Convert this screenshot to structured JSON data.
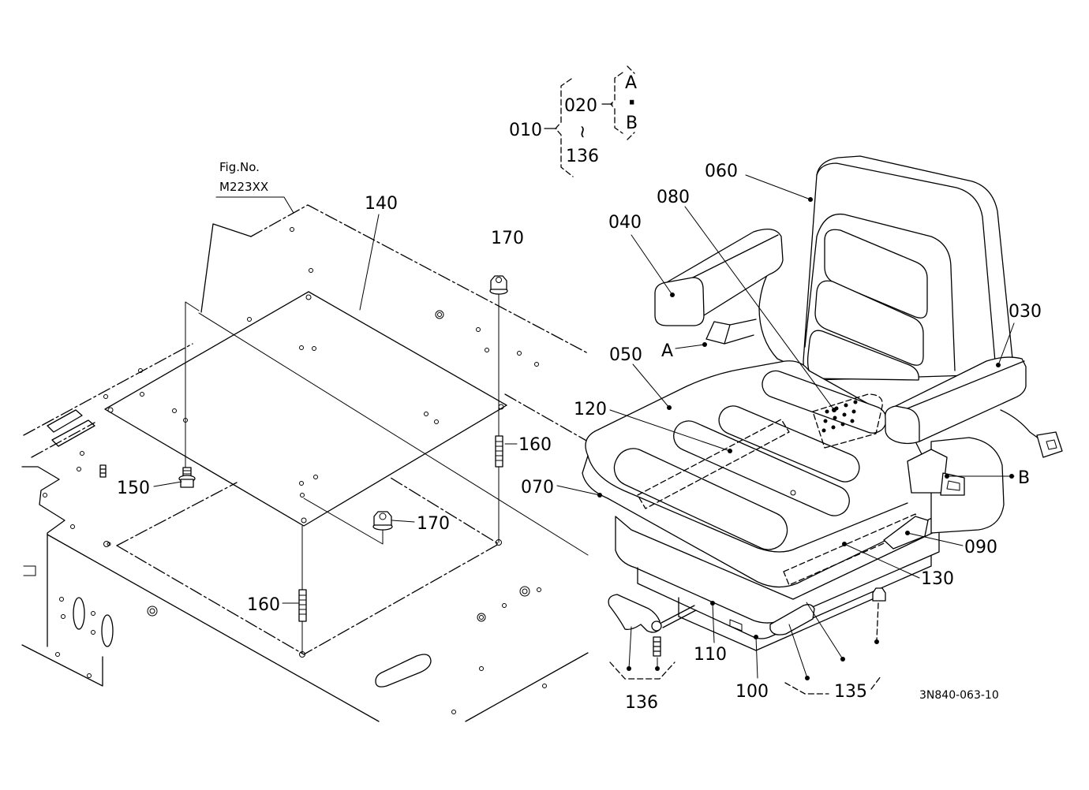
{
  "figure": {
    "fig_no_label": "Fig.No.",
    "fig_no_value": "M223XX",
    "drawing_code": "3N840-063-10"
  },
  "assembly_key": {
    "parent": "010",
    "range_start": "020",
    "range_symbol": "~",
    "range_end": "136",
    "variant_a": "A",
    "variant_separator": "·",
    "variant_b": "B"
  },
  "callouts": {
    "c140": "140",
    "c170_top": "170",
    "c160_right": "160",
    "c150": "150",
    "c170_lower": "170",
    "c160_lower": "160",
    "c060": "060",
    "c080": "080",
    "c040": "040",
    "c030": "030",
    "c050": "050",
    "ref_a": "A",
    "c120": "120",
    "c070": "070",
    "ref_b": "B",
    "c090": "090",
    "c130": "130",
    "c110": "110",
    "c100": "100",
    "c135": "135",
    "c136": "136"
  }
}
